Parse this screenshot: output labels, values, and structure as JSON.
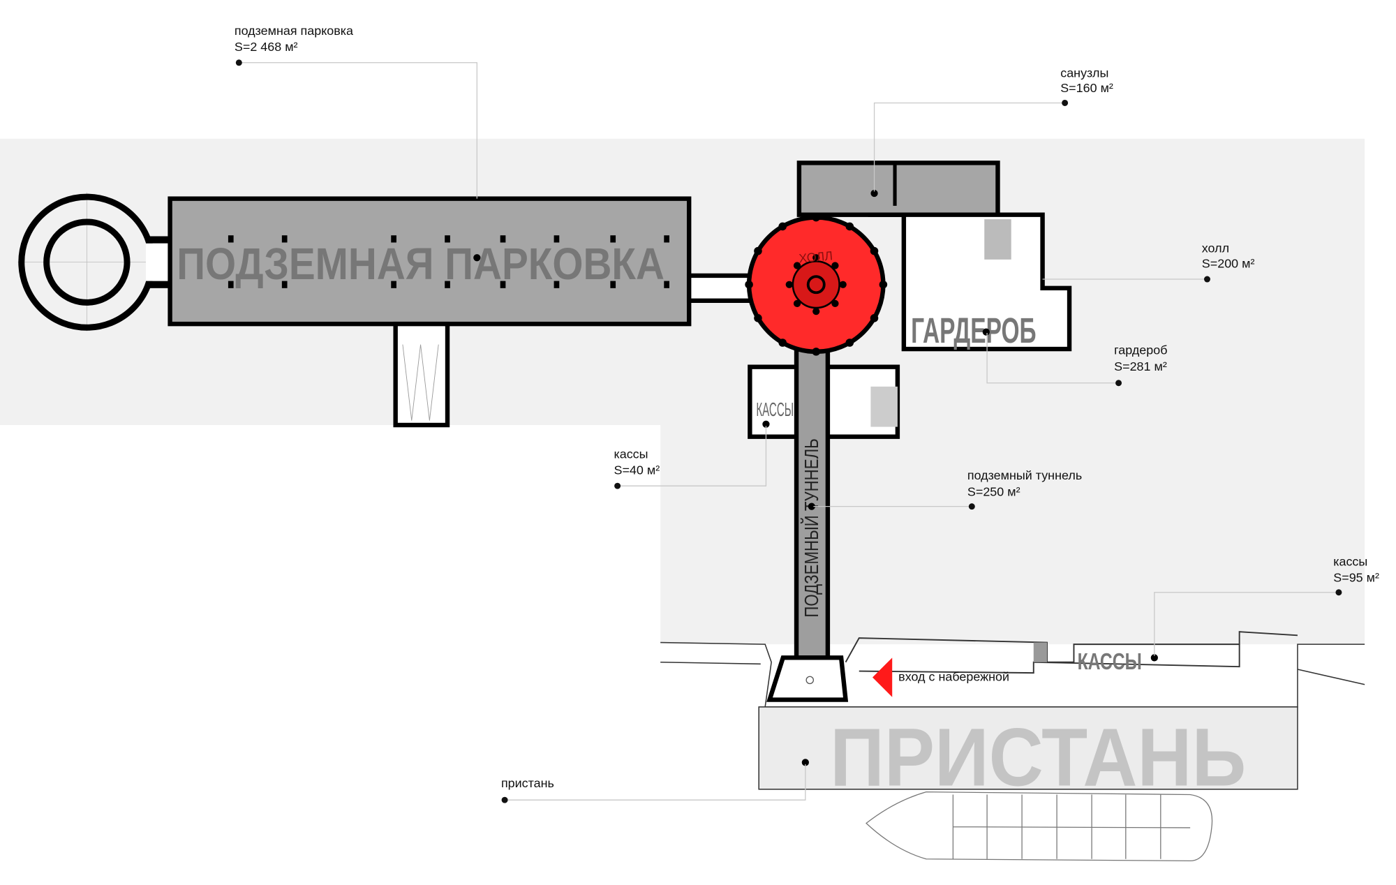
{
  "colors": {
    "hall": "#ff2a2a",
    "room": "#a6a6a6",
    "wall": "#000000",
    "background": "#f1f1f1",
    "entrance_arrow": "#ff1a1a"
  },
  "map_labels": {
    "parking": "ПОДЗЕМНАЯ ПАРКОВКА",
    "hall": "ХОЛЛ",
    "wardrobe": "ГАРДЕРОБ",
    "tickets_small": "КАССЫ",
    "tunnel": "ПОДЗЕМНЫЙ ТУННЕЛЬ",
    "tickets_pier": "КАССЫ",
    "pier": "ПРИСТАНЬ"
  },
  "callouts": {
    "parking": {
      "name": "подземная парковка",
      "area": "S=2 468 м²"
    },
    "toilets": {
      "name": "санузлы",
      "area": "S=160 м²"
    },
    "hall": {
      "name": "холл",
      "area": "S=200 м²"
    },
    "wardrobe": {
      "name": "гардероб",
      "area": "S=281 м²"
    },
    "tickets_small": {
      "name": "кассы",
      "area": "S=40 м²"
    },
    "tunnel": {
      "name": "подземный туннель",
      "area": "S=250 м²"
    },
    "tickets_pier": {
      "name": "кассы",
      "area": "S=95 м²"
    },
    "pier": {
      "name": "пристань"
    }
  },
  "entrance": {
    "label": "вход с набережной",
    "icon": "red-triangle-arrow-icon"
  }
}
